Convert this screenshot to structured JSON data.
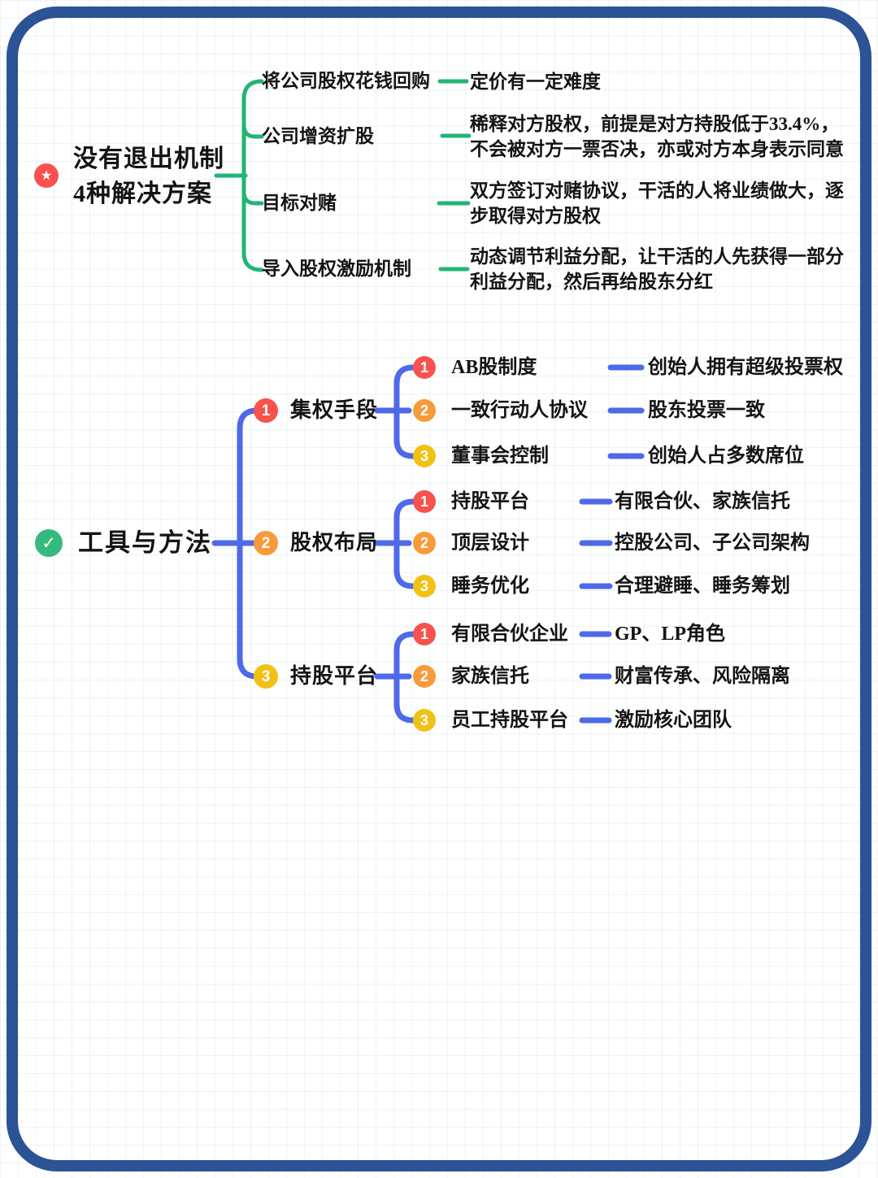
{
  "icons": {
    "star": "★",
    "check": "✓"
  },
  "colors": {
    "frame_border": "#2b5396",
    "green_connector": "#21b573",
    "blue_connector": "#4e69e9",
    "badge_red": "#f8524e",
    "badge_orange": "#f79b3a",
    "badge_yellow": "#f2c116",
    "check_green": "#35b97d",
    "text": "#141414"
  },
  "map1": {
    "root": {
      "title_line1": "没有退出机制",
      "title_line2": "4种解决方案"
    },
    "branches": [
      {
        "label": "将公司股权花钱回购",
        "desc": "定价有一定难度"
      },
      {
        "label": "公司增资扩股",
        "desc": "稀释对方股权，前提是对方持股低于33.4%，\n不会被对方一票否决，亦或对方本身表示同意"
      },
      {
        "label": "目标对赌",
        "desc": "双方签订对赌协议，干活的人将业绩做大，逐\n步取得对方股权"
      },
      {
        "label": "导入股权激励机制",
        "desc": "动态调节利益分配，让干活的人先获得一部分\n利益分配，然后再给股东分红"
      }
    ]
  },
  "map2": {
    "root": {
      "label": "工具与方法"
    },
    "branches": [
      {
        "num": "1",
        "label": "集权手段",
        "children": [
          {
            "num": "1",
            "label": "AB股制度",
            "desc": "创始人拥有超级投票权"
          },
          {
            "num": "2",
            "label": "一致行动人协议",
            "desc": "股东投票一致"
          },
          {
            "num": "3",
            "label": "董事会控制",
            "desc": "创始人占多数席位"
          }
        ]
      },
      {
        "num": "2",
        "label": "股权布局",
        "children": [
          {
            "num": "1",
            "label": "持股平台",
            "desc": "有限合伙、家族信托"
          },
          {
            "num": "2",
            "label": "顶层设计",
            "desc": "控股公司、子公司架构"
          },
          {
            "num": "3",
            "label": "睡务优化",
            "desc": "合理避睡、睡务筹划"
          }
        ]
      },
      {
        "num": "3",
        "label": "持股平台",
        "children": [
          {
            "num": "1",
            "label": "有限合伙企业",
            "desc": "GP、LP角色"
          },
          {
            "num": "2",
            "label": "家族信托",
            "desc": "财富传承、风险隔离"
          },
          {
            "num": "3",
            "label": "员工持股平台",
            "desc": "激励核心团队"
          }
        ]
      }
    ]
  }
}
